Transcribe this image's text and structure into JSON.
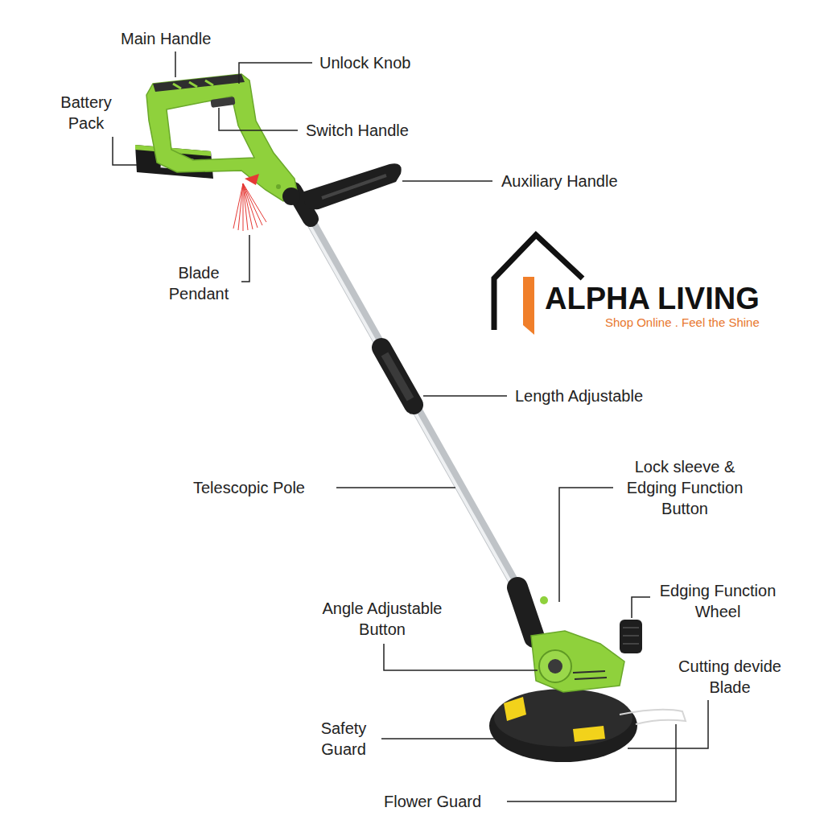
{
  "diagram": {
    "labels": [
      "Main Handle",
      "Unlock Knob",
      "Battery Pack",
      "Switch Handle",
      "Auxiliary Handle",
      "Blade Pendant",
      "ALPHA LIVING",
      "Shop Online . Feel the Shine",
      "Length Adjustable",
      "Telescopic Pole",
      "Lock sleeve & Edging Function Button",
      "Edging Function Wheel",
      "Angle Adjustable Button",
      "Cutting devide Blade",
      "Safety Guard",
      "Flower Guard"
    ]
  }
}
